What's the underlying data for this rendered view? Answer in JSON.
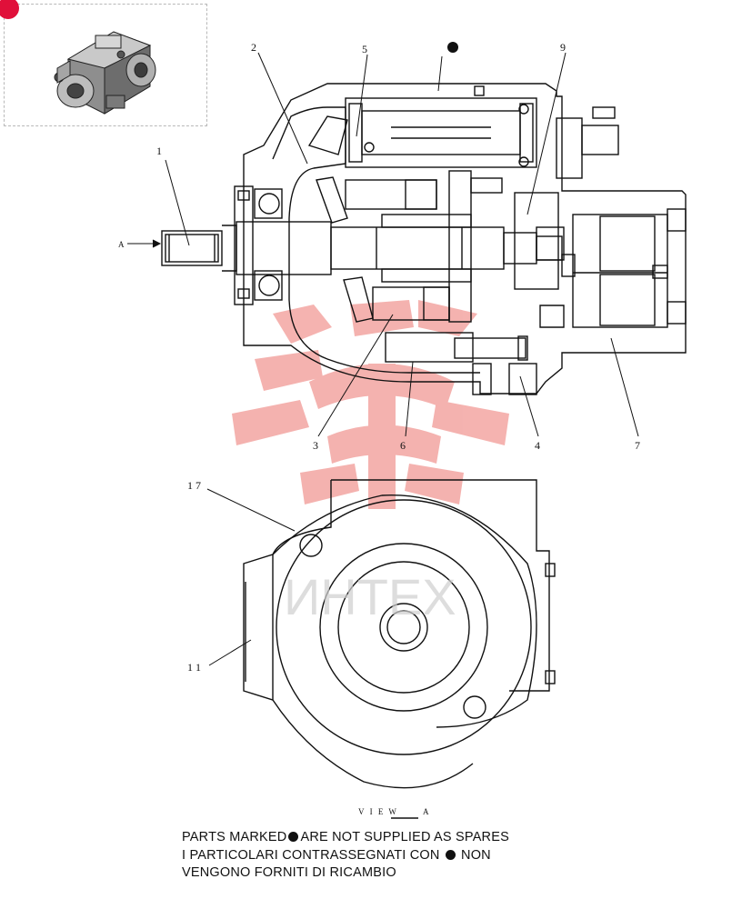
{
  "callouts": {
    "c1": "1",
    "c2": "2",
    "c3": "3",
    "c4": "4",
    "c5": "5",
    "c6": "6",
    "c7": "7",
    "c9": "9",
    "c11": "1 1",
    "c17": "1 7"
  },
  "arrow_label": "A",
  "view_label_left": "V I E W",
  "view_label_right": "A",
  "watermark_text": "ИНТЕХ",
  "icons": [
    "pump-thumbnail-icon",
    "bullet-dot-icon",
    "watermark-logo-icon"
  ],
  "colors": {
    "watermark": "#e8574f",
    "line": "#111111",
    "badge": "#e0103a"
  },
  "notes": {
    "line1_a": "PARTS MARKED",
    "line1_b": "ARE NOT SUPPLIED AS SPARES",
    "line2_a": "I  PARTICOLARI  CONTRASSEGNATI  CON",
    "line2_b": "NON",
    "line3": "VENGONO FORNITI DI RICAMBIO"
  }
}
